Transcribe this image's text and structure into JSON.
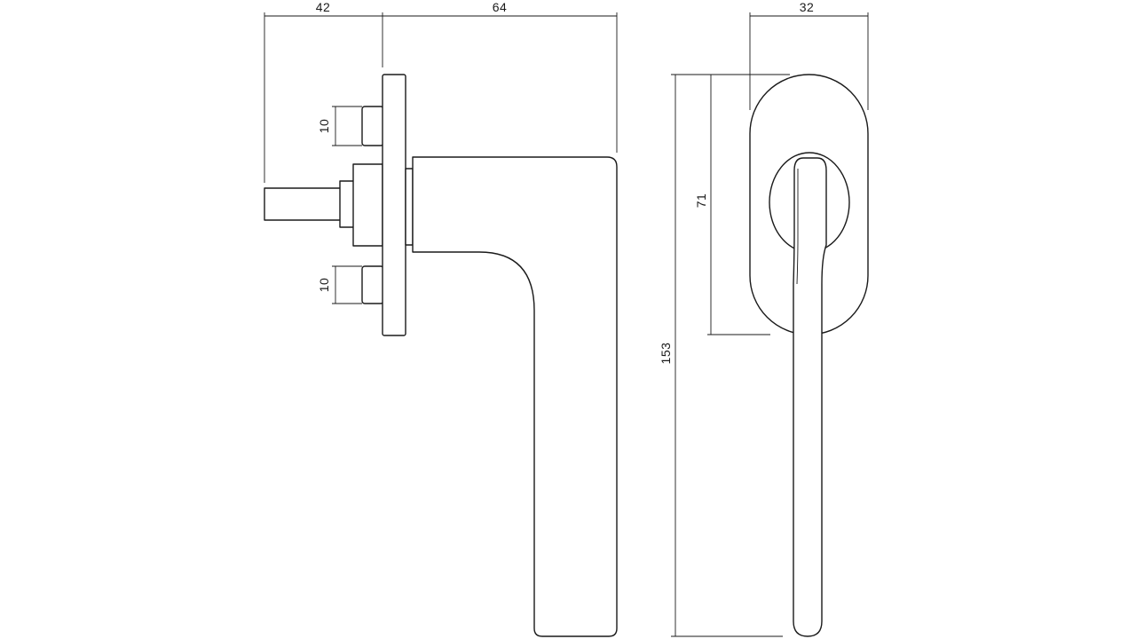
{
  "dimensions": {
    "spindle_projection": "42",
    "handle_projection": "64",
    "upper_block_height": "10",
    "lower_block_height": "10",
    "rose_width": "32",
    "rose_height": "71",
    "overall_height": "153"
  },
  "colors": {
    "line": "#1a1a1a",
    "background": "#ffffff"
  }
}
